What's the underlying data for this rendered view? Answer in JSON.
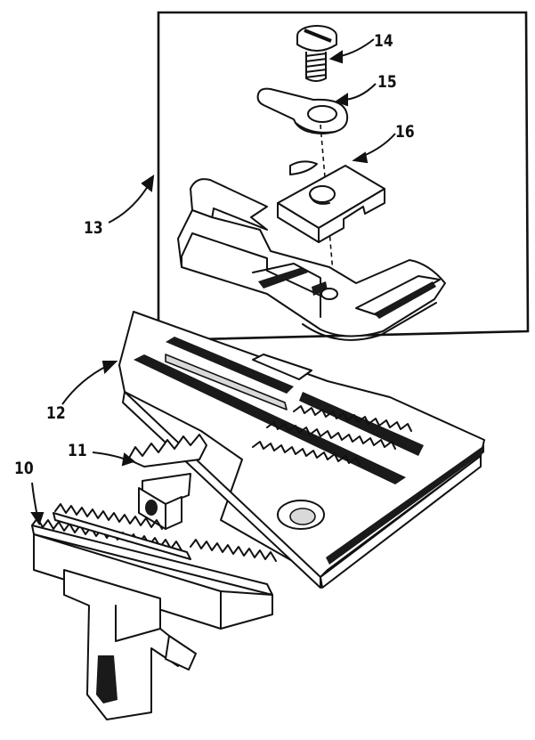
{
  "labels": {
    "l10": "10",
    "l11": "11",
    "l12": "12",
    "l13": "13",
    "l14": "14",
    "l15": "15",
    "l16": "16"
  },
  "colors": {
    "ink": "#111111",
    "paper": "#ffffff"
  }
}
